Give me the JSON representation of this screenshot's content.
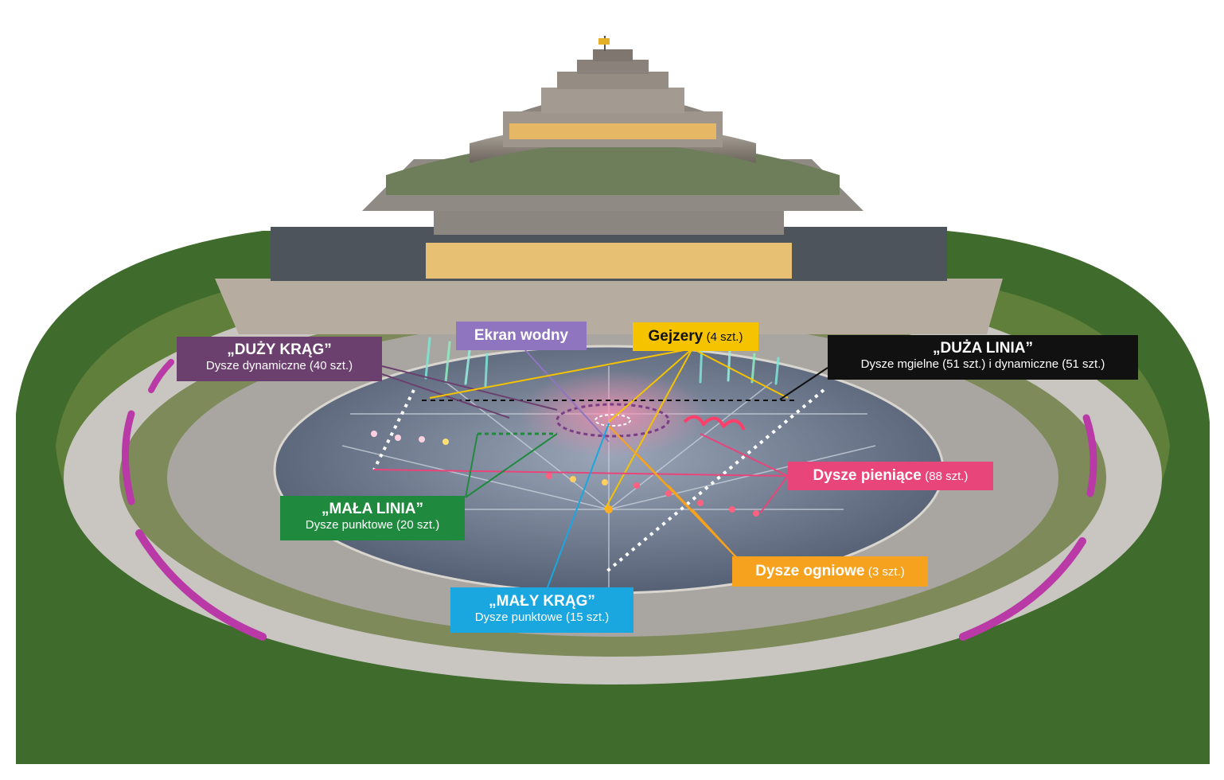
{
  "colors": {
    "duzy_krag": "#6b3f6e",
    "ekran_wodny": "#8f74c0",
    "gejzery": "#f5c300",
    "duza_linia": "#111111",
    "dysze_pieniace": "#e8457a",
    "mala_linia": "#1f8a3e",
    "dysze_ogniowe": "#f6a21e",
    "maly_krag": "#1aa7e0"
  },
  "labels": {
    "duzy_krag": {
      "title": "„DUŻY KRĄG”",
      "sub": "Dysze dynamiczne (40 szt.)"
    },
    "ekran_wodny": {
      "title": "Ekran wodny"
    },
    "gejzery": {
      "title": "Gejzery",
      "sub": "(4 szt.)"
    },
    "duza_linia": {
      "title": "„DUŻA LINIA”",
      "sub": "Dysze mgielne (51 szt.) i dynamiczne (51 szt.)"
    },
    "dysze_pieniace": {
      "title": "Dysze pieniące",
      "sub": "(88 szt.)"
    },
    "mala_linia": {
      "title": "„MAŁA LINIA”",
      "sub": "Dysze punktowe (20 szt.)"
    },
    "dysze_ogniowe": {
      "title": "Dysze ogniowe",
      "sub": "(3 szt.)"
    },
    "maly_krag": {
      "title": "„MAŁY KRĄG”",
      "sub": "Dysze punktowe (15 szt.)"
    }
  }
}
